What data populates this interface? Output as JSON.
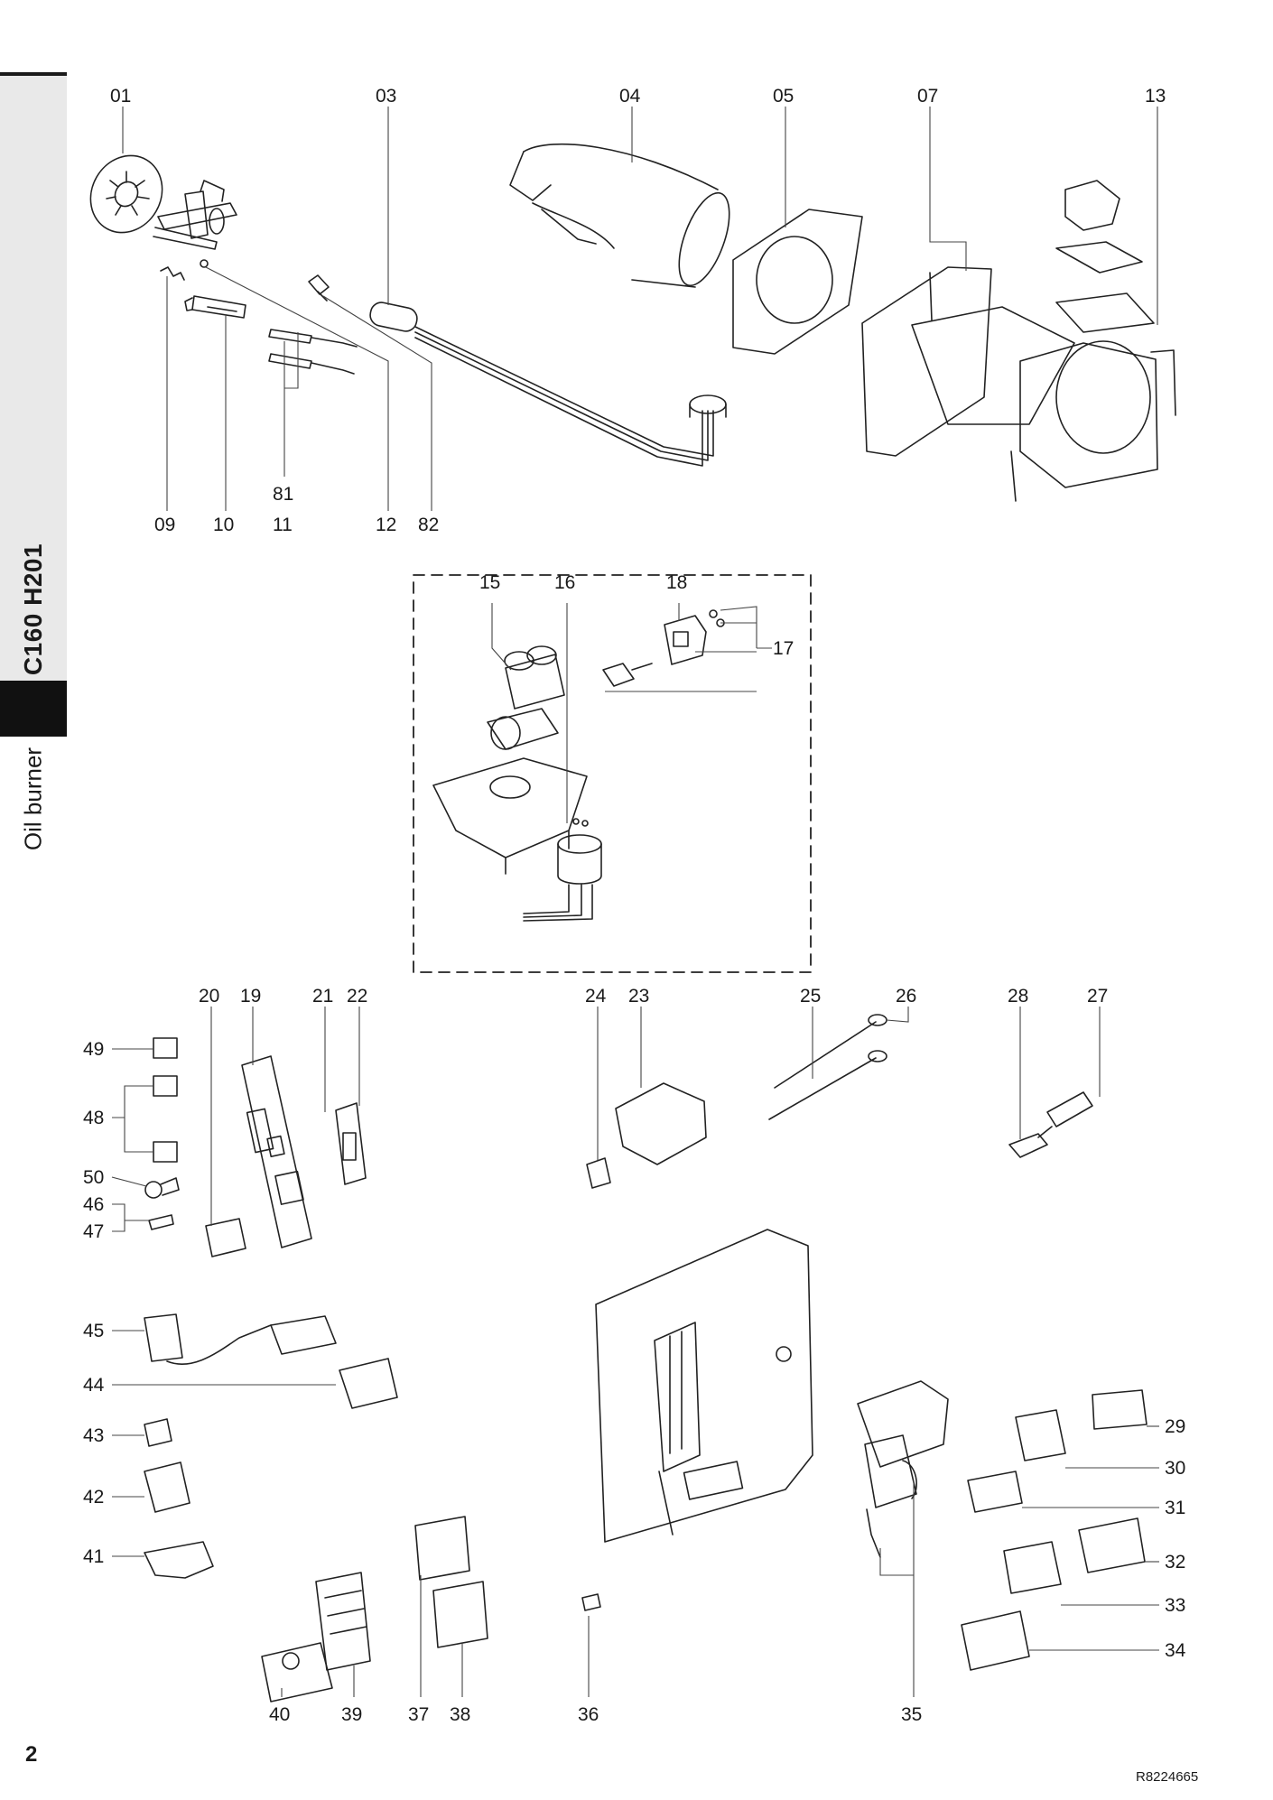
{
  "sidebar": {
    "model": "C160 H201",
    "category": "Oil burner"
  },
  "page_number": "2",
  "drawing_reference": "R8224665",
  "part_numbers": {
    "p01": "01",
    "p03": "03",
    "p04": "04",
    "p05": "05",
    "p07": "07",
    "p13": "13",
    "p09": "09",
    "p10": "10",
    "p81": "81",
    "p11": "11",
    "p12": "12",
    "p82": "82",
    "p15": "15",
    "p16": "16",
    "p18": "18",
    "p17": "17",
    "p20": "20",
    "p19": "19",
    "p21": "21",
    "p22": "22",
    "p24": "24",
    "p23": "23",
    "p25": "25",
    "p26": "26",
    "p28": "28",
    "p27": "27",
    "p49": "49",
    "p48": "48",
    "p50": "50",
    "p46": "46",
    "p47": "47",
    "p45": "45",
    "p44": "44",
    "p43": "43",
    "p42": "42",
    "p41": "41",
    "p29": "29",
    "p30": "30",
    "p31": "31",
    "p32": "32",
    "p33": "33",
    "p34": "34",
    "p40": "40",
    "p39": "39",
    "p37": "37",
    "p38": "38",
    "p36": "36",
    "p35": "35"
  }
}
